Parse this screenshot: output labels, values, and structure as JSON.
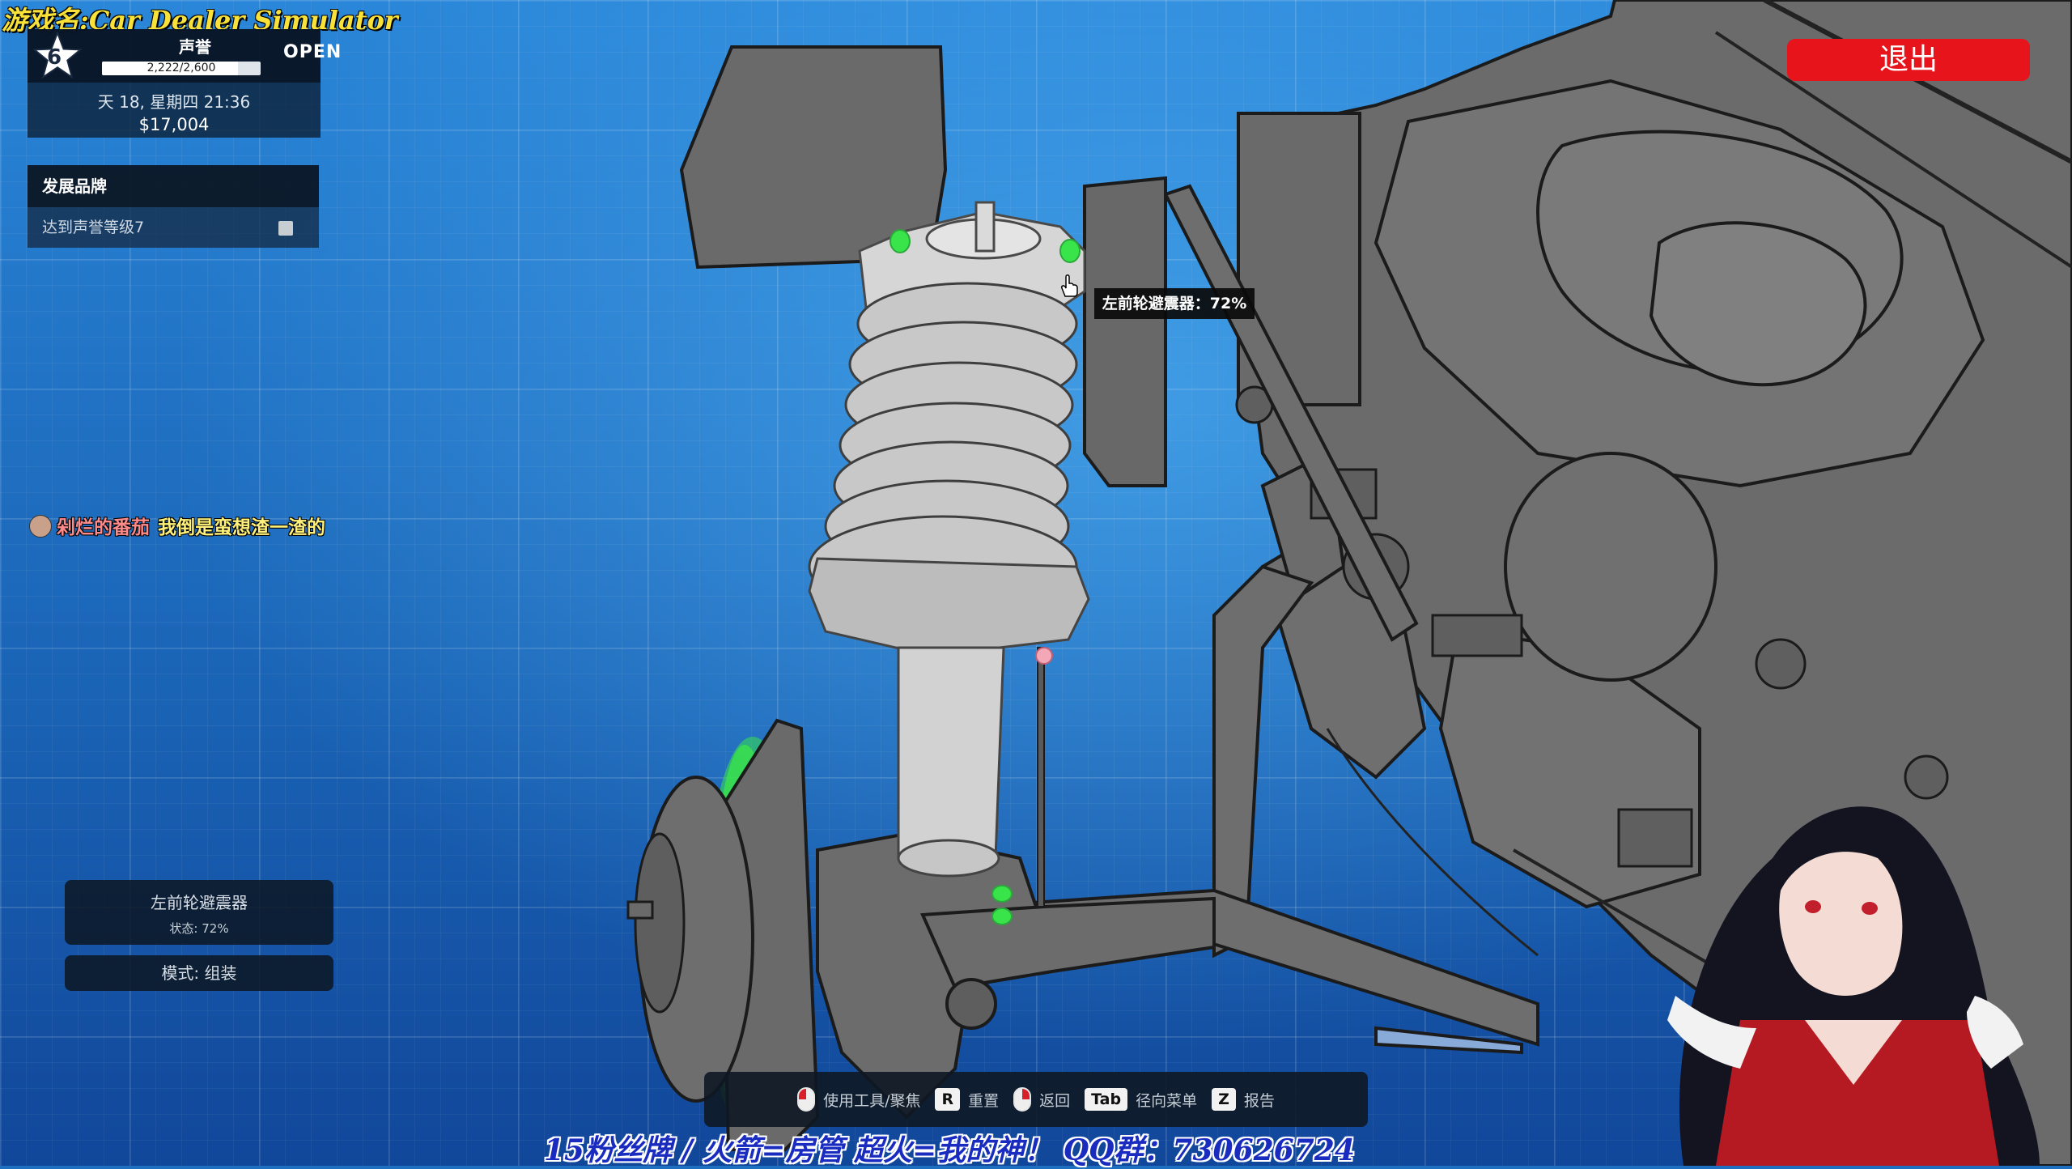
{
  "stream_title": "游戏名:Car Dealer Simulator",
  "status": {
    "level": "6",
    "reputation_label": "声誉",
    "reputation_text": "2,222/2,600",
    "reputation_progress": 0.855,
    "open_label": "OPEN",
    "datetime": "天 18, 星期四 21:36",
    "money": "$17,004"
  },
  "task": {
    "title": "发展品牌",
    "item": "达到声誉等级7"
  },
  "chat": {
    "user": "剁烂的番茄",
    "message": "我倒是蛮想渣一渣的"
  },
  "exit_label": "退出",
  "tooltip": "左前轮避震器：72%",
  "part_info": {
    "name": "左前轮避震器",
    "state": "状态: 72%",
    "mode": "模式: 组装"
  },
  "hints": {
    "use_tool": "使用工具/聚焦",
    "reset_key": "R",
    "reset": "重置",
    "back": "返回",
    "tab_key": "Tab",
    "radial_menu": "径向菜单",
    "z_key": "Z",
    "report": "报告"
  },
  "ticker": "15粉丝牌 / 火箭=房管  超火=我的神！  QQ群：730626724",
  "colors": {
    "exit_red": "#e8141c",
    "highlight_green": "#39e34a",
    "blueprint_blue": "#1f6fc0",
    "part_gray": "#6e6e6e"
  }
}
